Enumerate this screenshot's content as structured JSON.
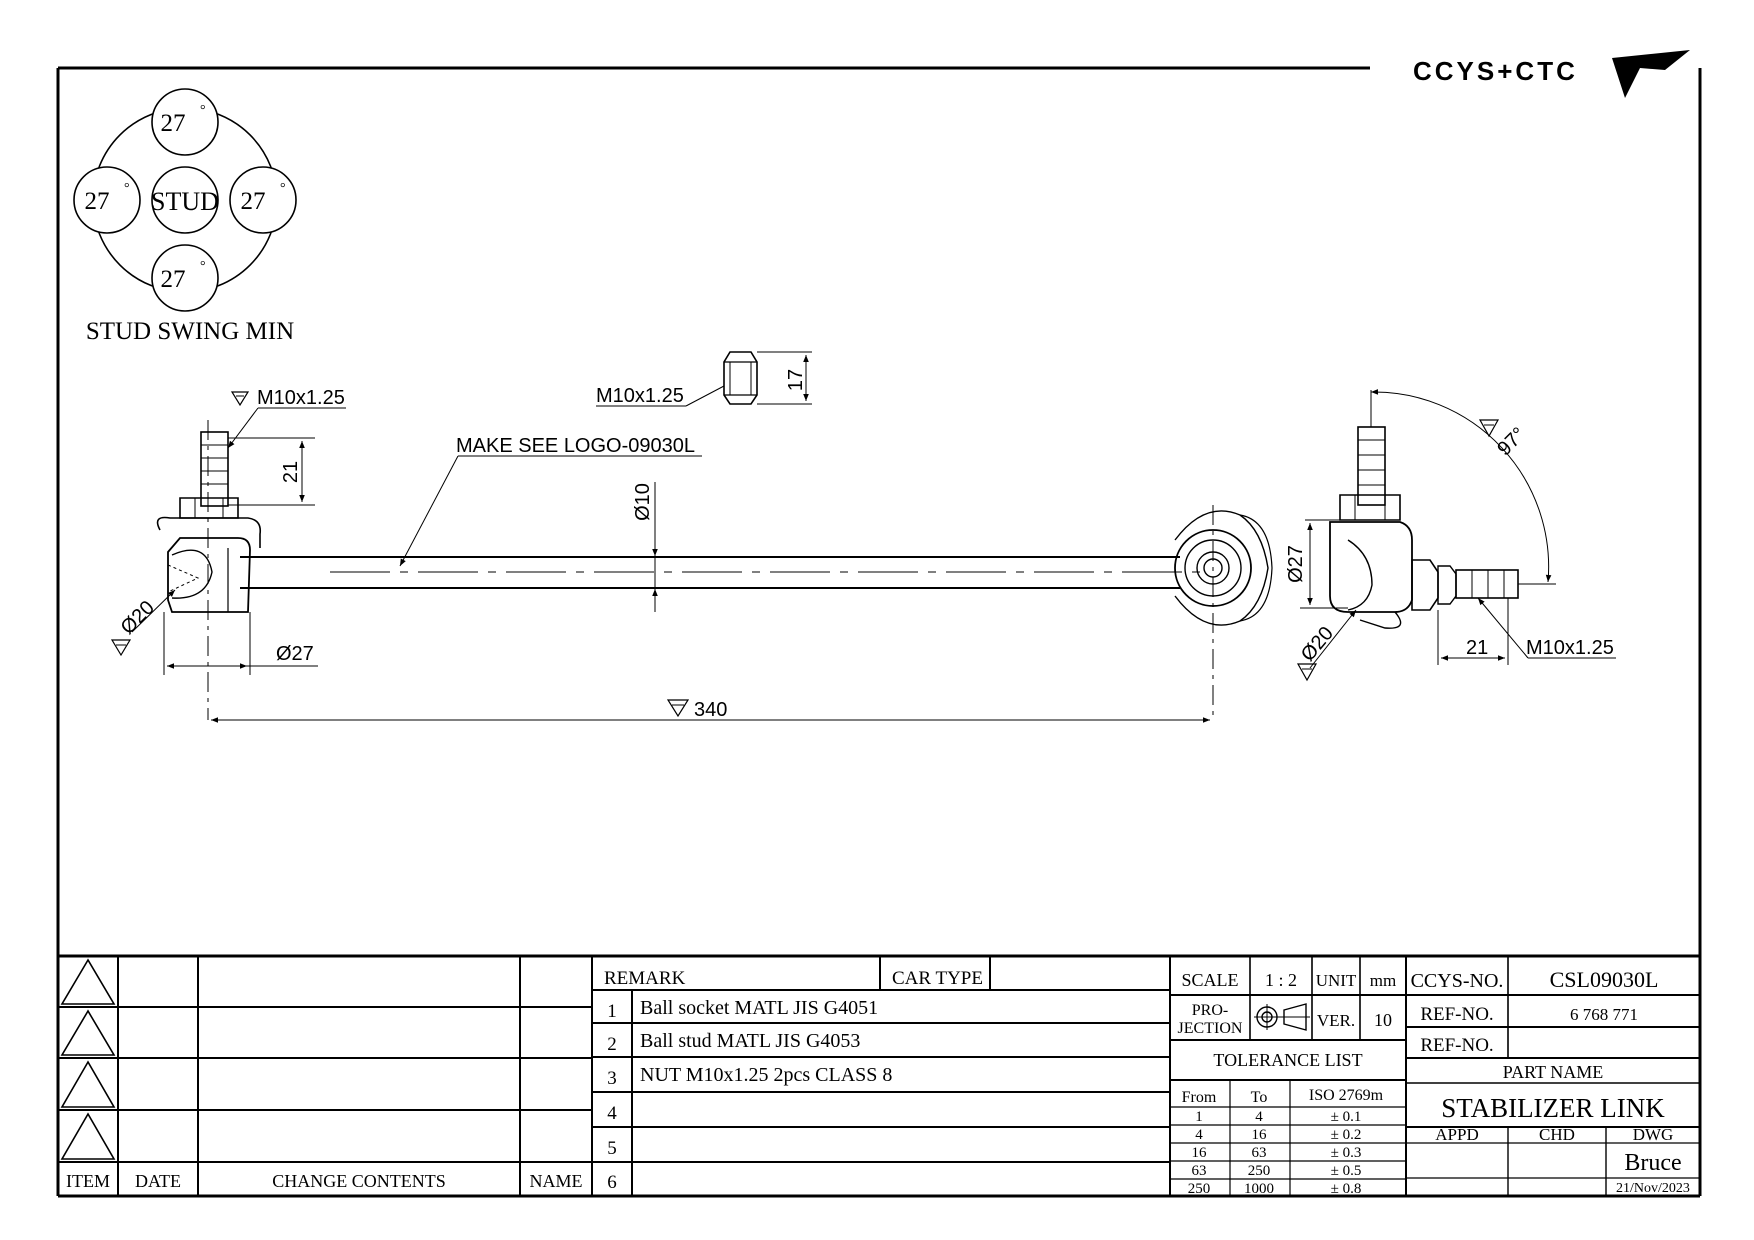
{
  "logo": {
    "text": "CCYS+CTC"
  },
  "stud_swing": {
    "center_label": "STUD",
    "angles": [
      "27",
      "27",
      "27",
      "27"
    ],
    "degree_mark": "°",
    "caption": "STUD SWING MIN"
  },
  "callouts": {
    "left_thread": "M10x1.25",
    "nut_thread": "M10x1.25",
    "right_thread": "M10x1.25",
    "logo_note": "MAKE SEE LOGO-09030L"
  },
  "dimensions": {
    "nut_height": "17",
    "left_stud_length": "21",
    "right_stud_length": "21",
    "rod_diameter": "Ø10",
    "left_socket_diameter": "Ø20",
    "left_body_diameter": "Ø27",
    "right_body_diameter": "Ø27",
    "right_socket_diameter": "Ø20",
    "overall_length": "340",
    "swing_angle": "97°"
  },
  "revision_table": {
    "headers": [
      "ITEM",
      "DATE",
      "CHANGE CONTENTS",
      "NAME"
    ],
    "rows": [
      [
        "",
        "",
        "",
        ""
      ],
      [
        "",
        "",
        "",
        ""
      ],
      [
        "",
        "",
        "",
        ""
      ],
      [
        "",
        "",
        "",
        ""
      ]
    ]
  },
  "remarks": {
    "header": "REMARK",
    "car_type_label": "CAR TYPE",
    "car_type_value": "",
    "items": [
      {
        "num": "1",
        "text": "Ball socket MATL JIS G4051"
      },
      {
        "num": "2",
        "text": "Ball stud MATL JIS G4053"
      },
      {
        "num": "3",
        "text": "NUT M10x1.25 2pcs CLASS 8"
      },
      {
        "num": "4",
        "text": ""
      },
      {
        "num": "5",
        "text": ""
      },
      {
        "num": "6",
        "text": ""
      }
    ]
  },
  "drawing_info": {
    "scale_label": "SCALE",
    "scale_value": "1 : 2",
    "unit_label": "UNIT",
    "unit_value": "mm",
    "projection_label_1": "PRO-",
    "projection_label_2": "JECTION",
    "ver_label": "VER.",
    "ver_value": "10"
  },
  "tolerance": {
    "title": "TOLERANCE LIST",
    "headers": [
      "From",
      "To",
      "ISO 2769m"
    ],
    "rows": [
      [
        "1",
        "4",
        "± 0.1"
      ],
      [
        "4",
        "16",
        "± 0.2"
      ],
      [
        "16",
        "63",
        "± 0.3"
      ],
      [
        "63",
        "250",
        "± 0.5"
      ],
      [
        "250",
        "1000",
        "± 0.8"
      ]
    ]
  },
  "title_block": {
    "ccys_no_label": "CCYS-NO.",
    "ccys_no_value": "CSL09030L",
    "ref_no_label_1": "REF-NO.",
    "ref_no_value_1": "6 768 771",
    "ref_no_label_2": "REF-NO.",
    "ref_no_value_2": "",
    "part_name_label": "PART NAME",
    "part_name_value": "STABILIZER LINK",
    "appd_label": "APPD",
    "chd_label": "CHD",
    "dwg_label": "DWG",
    "drawn_by": "Bruce",
    "date": "21/Nov/2023"
  }
}
